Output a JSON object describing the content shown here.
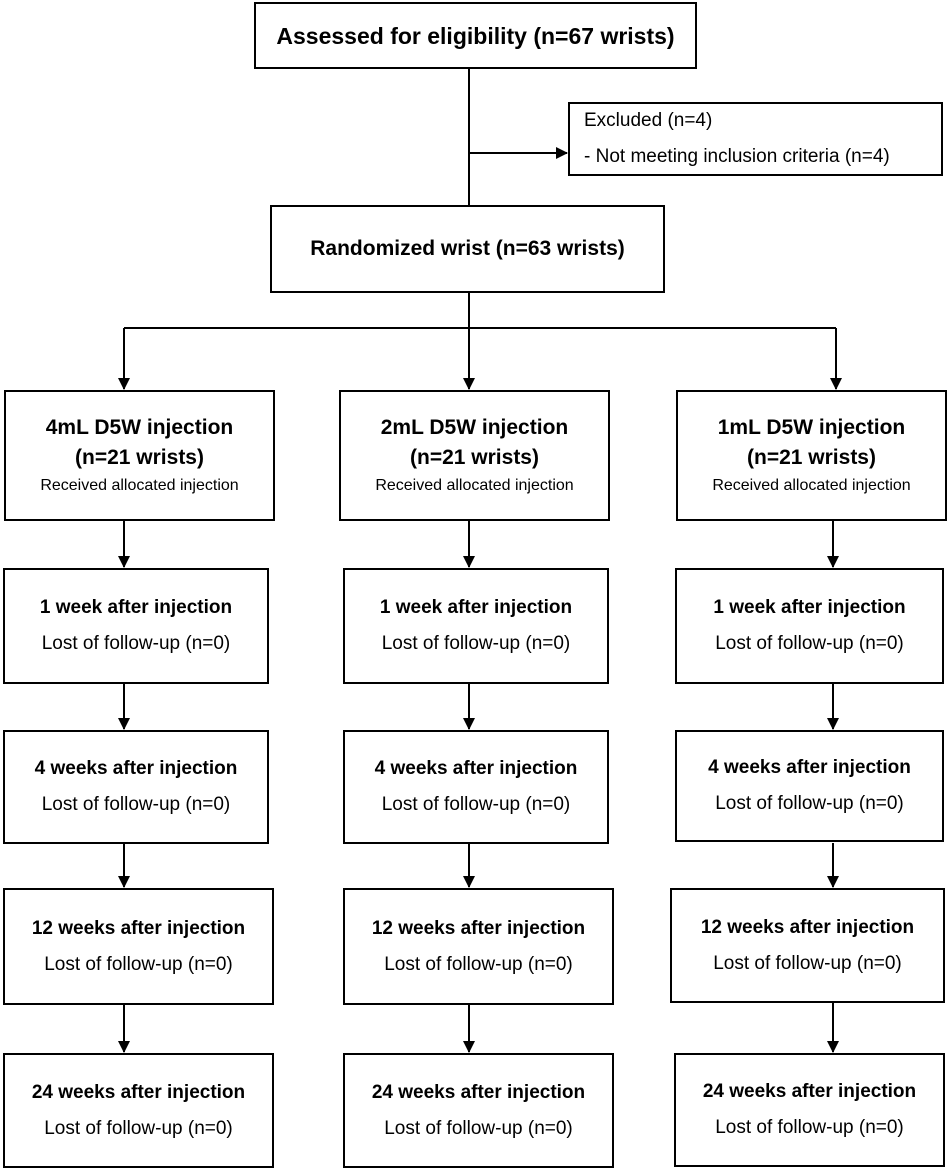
{
  "assessed": "Assessed for eligibility (n=67 wrists)",
  "excluded": {
    "line1": "Excluded (n=4)",
    "line2": "- Not meeting inclusion criteria (n=4)"
  },
  "randomized": "Randomized wrist (n=63 wrists)",
  "arms": [
    {
      "title": "4mL D5W injection",
      "n": "(n=21 wrists)",
      "note": "Received allocated injection",
      "followups": [
        {
          "time": "1 week after injection",
          "lost": "Lost of follow-up (n=0)"
        },
        {
          "time": "4 weeks after injection",
          "lost": "Lost of follow-up (n=0)"
        },
        {
          "time": "12 weeks after injection",
          "lost": "Lost of follow-up (n=0)"
        },
        {
          "time": "24 weeks after injection",
          "lost": "Lost of follow-up (n=0)"
        }
      ]
    },
    {
      "title": "2mL D5W injection",
      "n": "(n=21 wrists)",
      "note": "Received allocated injection",
      "followups": [
        {
          "time": "1 week after injection",
          "lost": "Lost of follow-up (n=0)"
        },
        {
          "time": "4 weeks after injection",
          "lost": "Lost of follow-up (n=0)"
        },
        {
          "time": "12 weeks after injection",
          "lost": "Lost of follow-up (n=0)"
        },
        {
          "time": "24 weeks after injection",
          "lost": "Lost of follow-up (n=0)"
        }
      ]
    },
    {
      "title": "1mL D5W injection",
      "n": "(n=21 wrists)",
      "note": "Received allocated injection",
      "followups": [
        {
          "time": "1 week after injection",
          "lost": "Lost of follow-up (n=0)"
        },
        {
          "time": "4 weeks after injection",
          "lost": "Lost of follow-up (n=0)"
        },
        {
          "time": "12 weeks after injection",
          "lost": "Lost of follow-up (n=0)"
        },
        {
          "time": "24 weeks after injection",
          "lost": "Lost of follow-up (n=0)"
        }
      ]
    }
  ]
}
